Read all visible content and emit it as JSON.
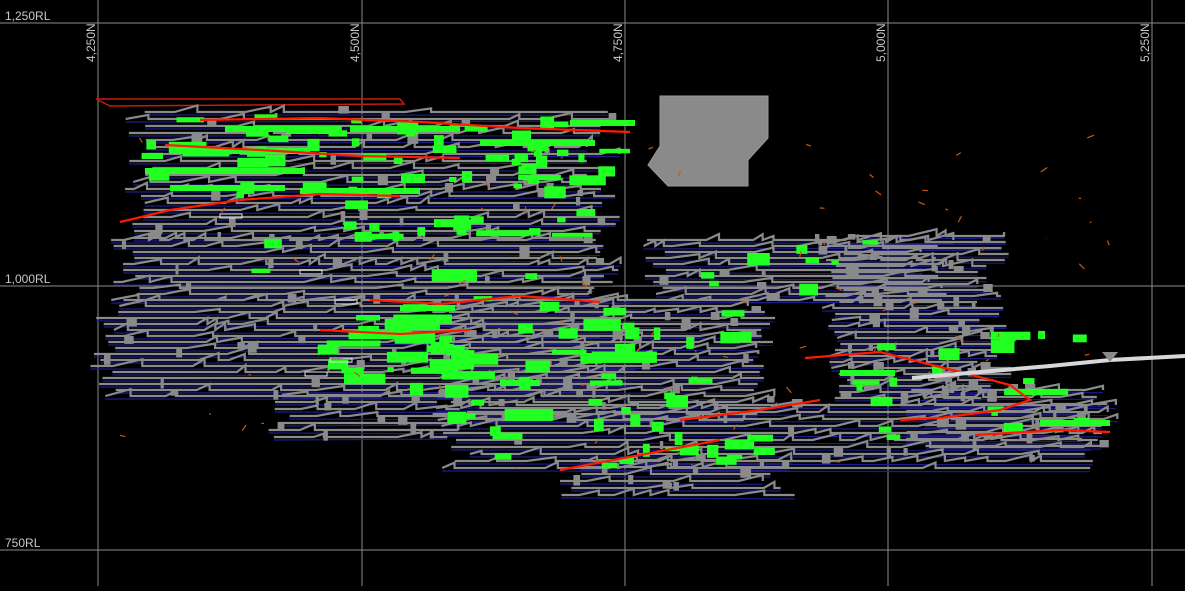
{
  "view": {
    "northing_labels": [
      "4,250N",
      "4,500N",
      "4,750N",
      "5,000N",
      "5,250N"
    ],
    "rl_labels": [
      "1,250RL",
      "1,000RL",
      "750RL"
    ]
  },
  "colors": {
    "background": "#000000",
    "grid": "#8c8c8c",
    "development": "#8a8a8a",
    "stope_green": "#22ff22",
    "red_outline": "#ff1a00",
    "blue_drive": "#1c1c8a",
    "orange_drill": "#c85a10",
    "decline_white": "#d8d8d8"
  },
  "legend_semantics": [
    "grid",
    "development",
    "stopes",
    "red outlines",
    "blue drives",
    "orange drill lines",
    "decline"
  ]
}
